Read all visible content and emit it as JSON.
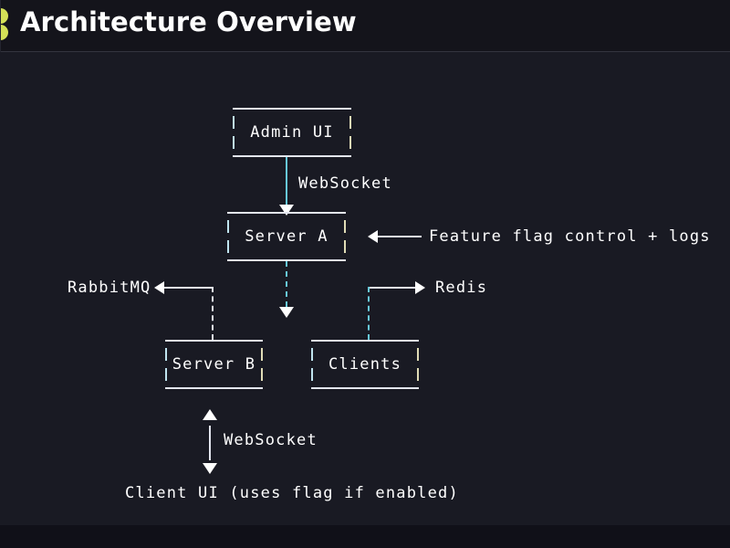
{
  "header": {
    "title": "Architecture Overview",
    "logo_icon": "leaf-blob-logo-icon"
  },
  "diagram": {
    "type": "flowchart",
    "nodes": [
      {
        "id": "admin_ui",
        "label": "Admin UI"
      },
      {
        "id": "server_a",
        "label": "Server A"
      },
      {
        "id": "server_b",
        "label": "Server B"
      },
      {
        "id": "clients",
        "label": "Clients"
      }
    ],
    "external_labels": [
      {
        "id": "rabbitmq",
        "label": "RabbitMQ"
      },
      {
        "id": "redis",
        "label": "Redis"
      },
      {
        "id": "client_ui",
        "label": "Client UI (uses flag if enabled)"
      }
    ],
    "edge_labels": [
      {
        "id": "ws_admin_server_a",
        "label": "WebSocket"
      },
      {
        "id": "feature_flag_note",
        "label": "Feature flag control + logs"
      },
      {
        "id": "ws_server_b_client_ui",
        "label": "WebSocket"
      }
    ],
    "edges": [
      {
        "from": "admin_ui",
        "to": "server_a",
        "label": "WebSocket",
        "direction": "down"
      },
      {
        "from": "external",
        "to": "server_a",
        "label": "Feature flag control + logs",
        "direction": "left"
      },
      {
        "from": "server_a",
        "to": "rabbitmq",
        "label": "",
        "direction": "left"
      },
      {
        "from": "server_a",
        "to": "redis",
        "label": "",
        "direction": "right"
      },
      {
        "from": "server_a",
        "to": "clients",
        "label": "",
        "direction": "down"
      },
      {
        "from": "server_b",
        "to": "client_ui",
        "label": "WebSocket",
        "direction": "both"
      }
    ]
  },
  "colors": {
    "background": "#191a23",
    "header_background": "#14141b",
    "accent_cyan": "#67c8d8",
    "line_white": "#e3e6ef",
    "logo_green": "#d4e157",
    "text": "#ffffff"
  }
}
